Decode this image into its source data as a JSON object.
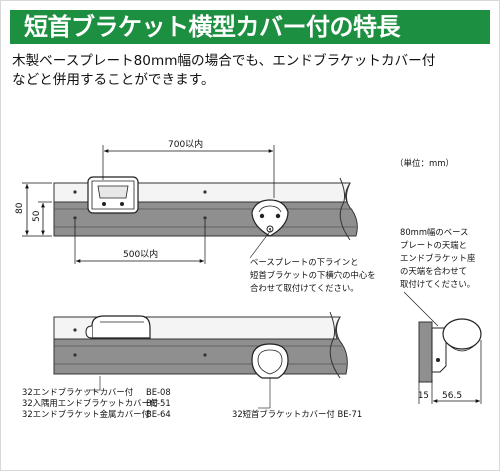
{
  "title": "短首ブラケット横型カバー付の特長",
  "description": [
    "木製ベースプレート80mm幅の場合でも、エンドブラケットカバー付",
    "などと併用することができます。"
  ],
  "unit": "（単位：mm）",
  "top_diagram": {
    "dim_length_top": "700以内",
    "dim_length_bottom": "500以内",
    "dim_height_outer": "80",
    "dim_height_inner": "50",
    "note": [
      "ベースプレートの下ラインと",
      "短首ブラケットの下横穴の中心を",
      "合わせて取付けてください。"
    ]
  },
  "side_diagram": {
    "note": [
      "80mm幅のベース",
      "プレートの天端と",
      "エンドブラケット座",
      "の天端を合わせて",
      "取付けてください。"
    ],
    "dim_left": "15",
    "dim_right": "56.5"
  },
  "bottom_diagram": {
    "parts": [
      {
        "name": "32エンドブラケットカバー付",
        "code": "BE-08"
      },
      {
        "name": "32入隅用エンドブラケットカバー付",
        "code": "BE-51"
      },
      {
        "name": "32エンドブラケット金属カバー付",
        "code": "BE-64"
      }
    ],
    "bracket_label": "32短首ブラケットカバー付 BE-71"
  },
  "colors": {
    "title_bg": "#1d8f40",
    "plate_gray": "#8f8f8f",
    "rail_light": "#f2f2f2"
  }
}
